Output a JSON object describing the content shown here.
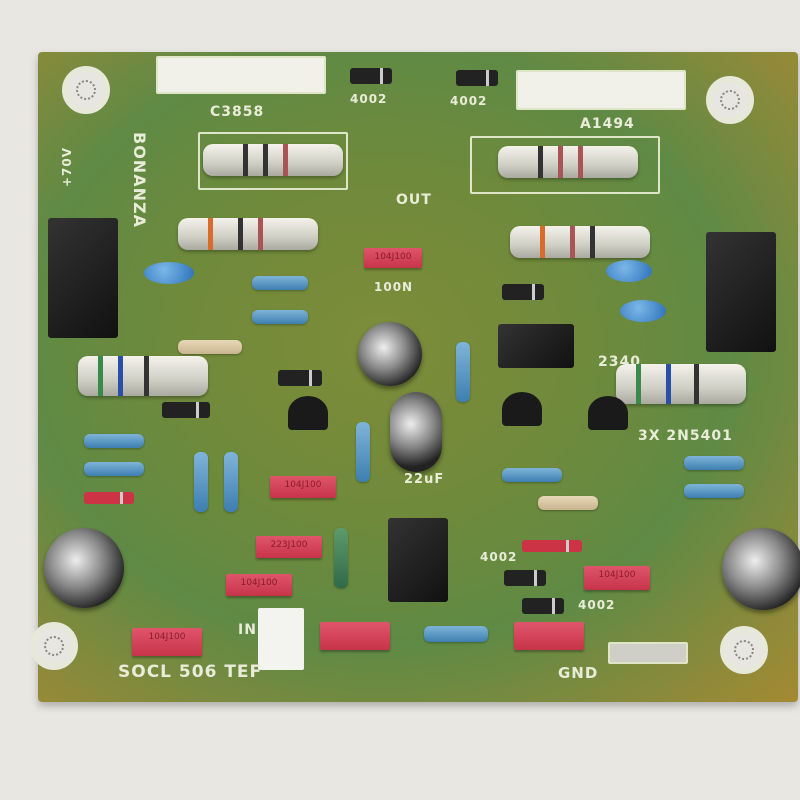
{
  "labels": {
    "c3858": "C3858",
    "a1494": "A1494",
    "d1": "4002",
    "d2": "4002",
    "brand": "BONANZA",
    "vplus": "+70V",
    "out": "OUT",
    "n100": "100N",
    "t2340": "2340",
    "pnp": "3X 2N5401",
    "cap22": "22uF",
    "d3": "4002",
    "d4": "4002",
    "in": "IN",
    "gnd": "GND",
    "model": "SOCL 506 TEF"
  },
  "capacitor_markings": {
    "c1": "104J100",
    "c2": "104J100",
    "c3": "223J100",
    "c4": "104J100",
    "c5": "104J100",
    "c6": "104J100"
  },
  "colors": {
    "board": "#6f8a3b",
    "silkscreen": "#e8ecd8",
    "film_cap": "#d94358"
  }
}
